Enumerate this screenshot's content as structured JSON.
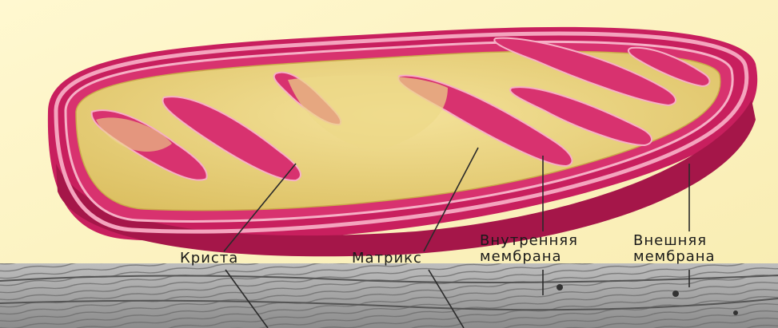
{
  "labels": {
    "crista": "Криста",
    "matrix": "Матрикс",
    "inner_membrane": [
      "Внутренняя",
      "мембрана"
    ],
    "outer_membrane": [
      "Внешняя",
      "мембрана"
    ]
  },
  "colors": {
    "background": "#fdf6c8",
    "outer_membrane": "#d42a6a",
    "membrane_rim": "#f19ab6",
    "matrix": "#e9d27a",
    "leader_line": "#2a2a2a",
    "micrograph": "#9a9a9a"
  }
}
